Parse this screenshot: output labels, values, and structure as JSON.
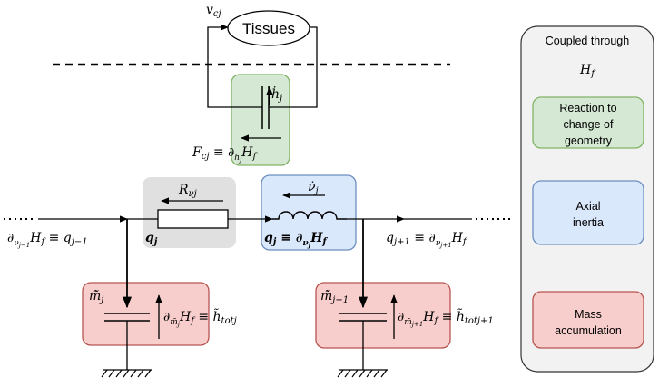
{
  "tissues": {
    "label": "Tissues",
    "velocity": "v_{cj}"
  },
  "transformer": {
    "rate": "ḣ_j",
    "force": "F_{cj} ≡ ∂_{h_j}H_f"
  },
  "chain": {
    "left_effort": "∂_{ν_{j−1}}H_f ≡ q_{j−1}",
    "resistor_label": "R_{νj}",
    "resistor_node": "q_j",
    "inductor_flow": "ν̇_j",
    "inductor_node": "q_j ≡ ∂_{ν_j}H_f",
    "right_effort": "q_{j+1} ≡ ∂_{ν_{j+1}}H_f"
  },
  "capacitors": [
    {
      "flow": "m̃̇_j",
      "effort": "∂_{m̃_j}H_f ≡ h̃_{totj}"
    },
    {
      "flow": "m̃̇_{j+1}",
      "effort": "∂_{m̃_{j+1}}H_f ≡ h̃_{totj+1}"
    }
  ],
  "legend": {
    "title": "Coupled through",
    "symbol": "H_f",
    "items": [
      {
        "text": "Reaction to change of geometry",
        "fill": "#d5e8d4",
        "stroke": "#82b366"
      },
      {
        "text": "Axial inertia",
        "fill": "#dae8fc",
        "stroke": "#6c8ebf"
      },
      {
        "text": "Mass accumulation",
        "fill": "#f8cecc",
        "stroke": "#b85450"
      }
    ]
  },
  "colors": {
    "green_fill": "#d5e8d4",
    "green_stroke": "#82b366",
    "blue_fill": "#dae8fc",
    "blue_stroke": "#6c8ebf",
    "red_fill": "#f8cecc",
    "red_stroke": "#b85450",
    "gray_fill": "#e0e0e0",
    "panel_fill": "#f2f2f2"
  }
}
